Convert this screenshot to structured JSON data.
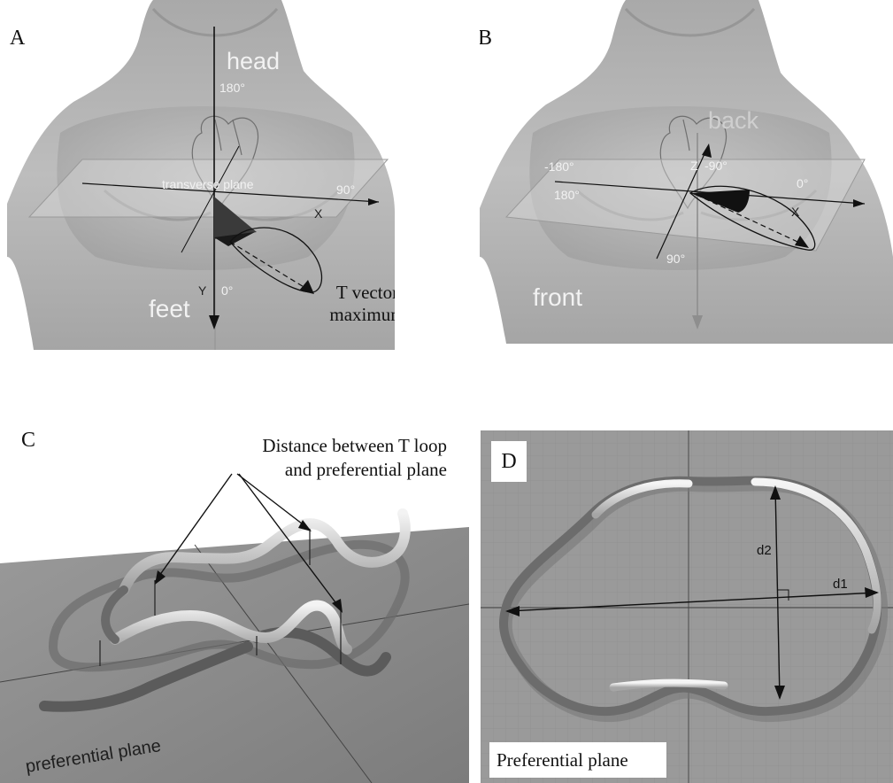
{
  "panels": {
    "a": {
      "letter": "A",
      "head": "head",
      "feet": "feet",
      "deg_180": "180°",
      "deg_90": "90°",
      "deg_0": "0°",
      "axis_x": "X",
      "axis_y": "Y",
      "plane": "transverse plane",
      "t_vector_1": "T vector",
      "t_vector_2": "maximum"
    },
    "b": {
      "letter": "B",
      "back": "back",
      "front": "front",
      "deg_m180": "-180°",
      "deg_180": "180°",
      "deg_m90": "-90°",
      "deg_0": "0°",
      "deg_90": "90°",
      "axis_x": "X",
      "axis_z": "Z"
    },
    "c": {
      "letter": "C",
      "distance_1": "Distance between T loop",
      "distance_2": "and preferential plane",
      "plane": "preferential plane"
    },
    "d": {
      "letter": "D",
      "d1": "d1",
      "d2": "d2",
      "caption": "Preferential plane"
    }
  }
}
